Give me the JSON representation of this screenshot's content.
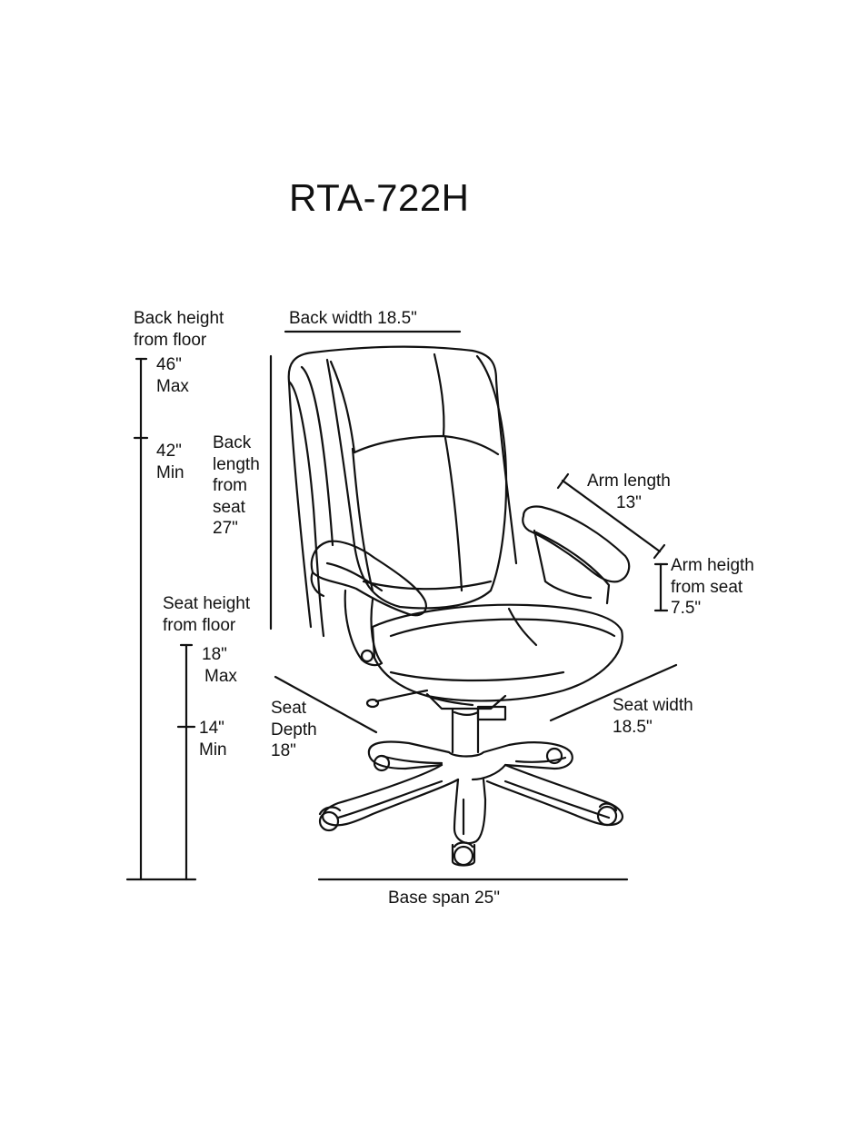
{
  "title": "RTA-722H",
  "dimensions": {
    "back_height": {
      "label": [
        "Back height",
        "from floor"
      ],
      "max": [
        "46\"",
        "Max"
      ],
      "min": [
        "42\"",
        "Min"
      ]
    },
    "back_width": {
      "label": "Back width 18.5\""
    },
    "back_length": {
      "label": [
        "Back",
        "length",
        "from",
        "seat",
        "27\""
      ]
    },
    "arm_length": {
      "label": [
        "Arm length",
        "13\""
      ]
    },
    "arm_height": {
      "label": [
        "Arm heigth",
        "from seat",
        "7.5\""
      ]
    },
    "seat_height": {
      "label": [
        "Seat height",
        "from floor"
      ],
      "max": [
        "18\"",
        "Max"
      ],
      "min": [
        "14\"",
        "Min"
      ]
    },
    "seat_depth": {
      "label": [
        "Seat",
        "Depth",
        "18\""
      ]
    },
    "seat_width": {
      "label": [
        "Seat width",
        "18.5\""
      ]
    },
    "base_span": {
      "label": "Base span 25\""
    }
  }
}
